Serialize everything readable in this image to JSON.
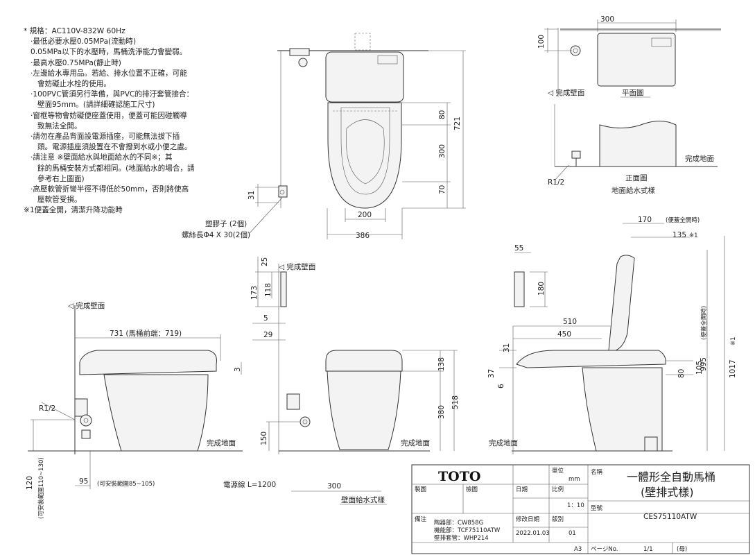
{
  "notes": [
    "* 規格：AC110V-832W 60Hz",
    "·最低必要水壓0.05MPa(流動時)",
    "0.05MPa以下的水壓時，馬桶洗淨能力會變弱。",
    "·最高水壓0.75MPa(靜止時)",
    "·左邊給水專用品。若給、排水位置不正確，可能",
    "會妨礙止水栓的使用。",
    "·100PVC管須另行準備，與PVC的排汙套管接合：",
    "壁面95mm。(請詳細確認施工尺寸)",
    "·窗框等物會妨礙便座蓋使用，便蓋可能因碰觸導",
    "致無法全開。",
    "·請勿在產品背面設電源插座，可能無法拔下插",
    "頭。電源插座須設置在不會撥到水或小便之處。",
    "·請注意 ※壁面給水與地面給水的不同※；其",
    "餘的馬桶安裝方式都相同。(地面給水的場合，請",
    "參考右上圖面)",
    "·高壓軟管折彎半徑不得低於50mm，否則將使高",
    "壓軟管受損。",
    "※1便蓋全開，清潔升降功能時"
  ],
  "labels": {
    "finished_wall": "完成壁面",
    "finished_floor": "完成地面",
    "plan_view": "平面圖",
    "front_view": "正面圖",
    "floor_supply": "地面給水式樣",
    "wall_supply": "壁面給水式樣",
    "r12": "R1/2",
    "plastic_plug": "塑膠子 (2個)",
    "screw": "螺絲長Φ4 X 30(2個)",
    "power_cord": "電源線 L=1200",
    "range_95": "(可安裝範圍85~105)",
    "range_120": "(可安裝範圍110~130)",
    "lid_open": "(便蓋全開時)",
    "lid_open2": "(便蓋全開時)",
    "mark1": "※1",
    "mark2": "※1"
  },
  "dims": {
    "d300_top": "300",
    "d100": "100",
    "d80_a": "80",
    "d721": "721",
    "d300_v": "300",
    "d70": "70",
    "d31_a": "31",
    "d200": "200",
    "d386": "386",
    "d25": "25",
    "d173": "173",
    "d118": "118",
    "d5": "5",
    "d29": "29",
    "d731": "731 (馬桶前端：719)",
    "d3": "3",
    "d138": "138",
    "d518": "518",
    "d380": "380",
    "d150": "150",
    "d300_b": "300",
    "d95": "95",
    "d120": "120",
    "d170": "170",
    "d135": "135",
    "d55": "55",
    "d180": "180",
    "d510": "510",
    "d450": "450",
    "d31_b": "31",
    "d37": "37",
    "d6": "6",
    "d80_b": "80",
    "d105": "105",
    "d995": "995",
    "d1017": "1017"
  },
  "title_block": {
    "brand": "TOTO",
    "unit_label": "單位",
    "unit": "mm",
    "name_label": "名稱",
    "name_line1": "一體形全自動馬桶",
    "name_line2": "(壁排式樣)",
    "drawn_label": "製圖",
    "check_label": "檢圖",
    "date_label": "日期",
    "scale_label": "比例",
    "scale": "1：10",
    "model_label": "型號",
    "model": "CES75110ATW",
    "remarks_label": "備注",
    "parts_1": "陶器部：CW858G",
    "parts_2": "機能部：TCF75110ATW",
    "parts_3": "壁排套管：WHP214",
    "rev_date_label": "修改日期",
    "rev_date": "2022.01.03",
    "version_label": "版別",
    "version": "01",
    "paper": "A3",
    "page_label": "ページNo.",
    "page": "1/1",
    "mark": "(母)"
  }
}
